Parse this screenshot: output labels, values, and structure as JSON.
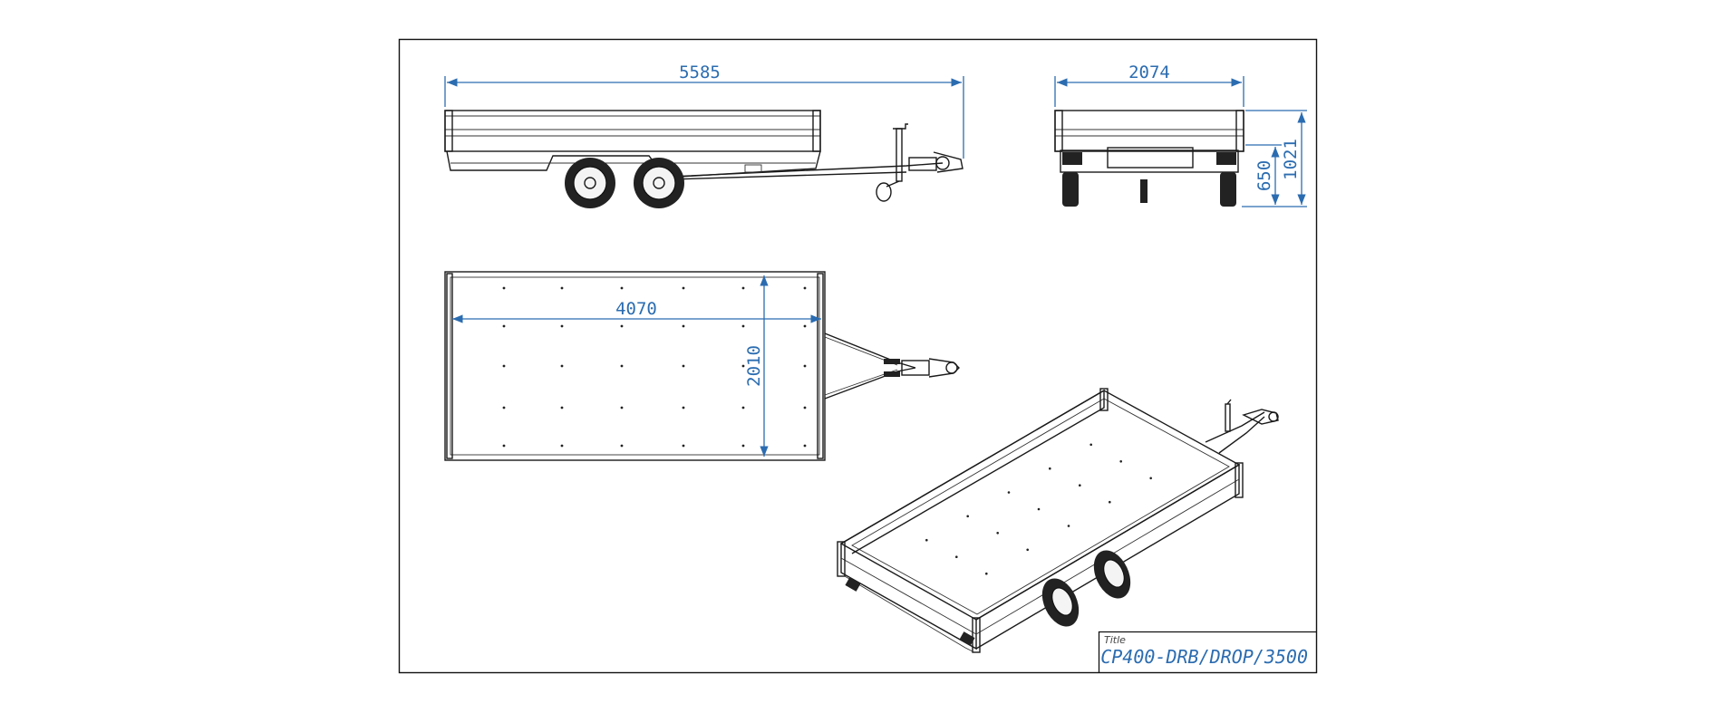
{
  "drawing": {
    "dimensions": {
      "overall_length": "5585",
      "overall_width": "2074",
      "bed_height": "650",
      "overall_height": "1021",
      "bed_length": "4070",
      "bed_width": "2010"
    },
    "title_block": {
      "label": "Title",
      "value": "CP400-DRB/DROP/3500"
    }
  },
  "colors": {
    "dimension": "#2b6cb0",
    "line": "#1a1a1a",
    "frame": "#111111"
  }
}
